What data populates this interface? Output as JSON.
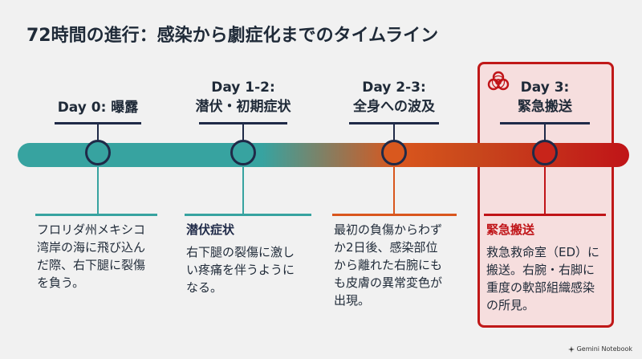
{
  "title": "72時間の進行：感染から劇症化までのタイムライン",
  "colors": {
    "teal": "#37a3a0",
    "orange": "#d9561d",
    "red": "#c01418",
    "navy": "#1f2a48"
  },
  "stages": [
    {
      "label_lines": [
        "Day 0: 曝露"
      ],
      "desc_title": "",
      "desc_lines": [
        "フロリダ州メキシコ",
        "湾岸の海に飛び込ん",
        "だ際、右下腿に裂傷",
        "を負う。"
      ]
    },
    {
      "label_lines": [
        "Day 1-2:",
        "潜伏・初期症状"
      ],
      "desc_title": "潜伏症状",
      "desc_lines": [
        "右下腿の裂傷に激し",
        "い疼痛を伴うように",
        "なる。"
      ]
    },
    {
      "label_lines": [
        "Day 2-3:",
        "全身への波及"
      ],
      "desc_title": "",
      "desc_lines": [
        "最初の負傷からわず",
        "か2日後、感染部位",
        "から離れた右腕にも",
        "も皮膚の異常変色が",
        "出現。"
      ]
    },
    {
      "label_lines": [
        "Day 3:",
        "緊急搬送"
      ],
      "desc_title": "緊急搬送",
      "desc_lines": [
        "救急救命室（ED）に",
        "搬送。右腕・右脚に",
        "重度の軟部組織感染",
        "の所見。"
      ],
      "icon": "biohazard-icon"
    }
  ],
  "footer": {
    "brand": "Gemini Notebook",
    "icon": "sparkle-icon"
  }
}
